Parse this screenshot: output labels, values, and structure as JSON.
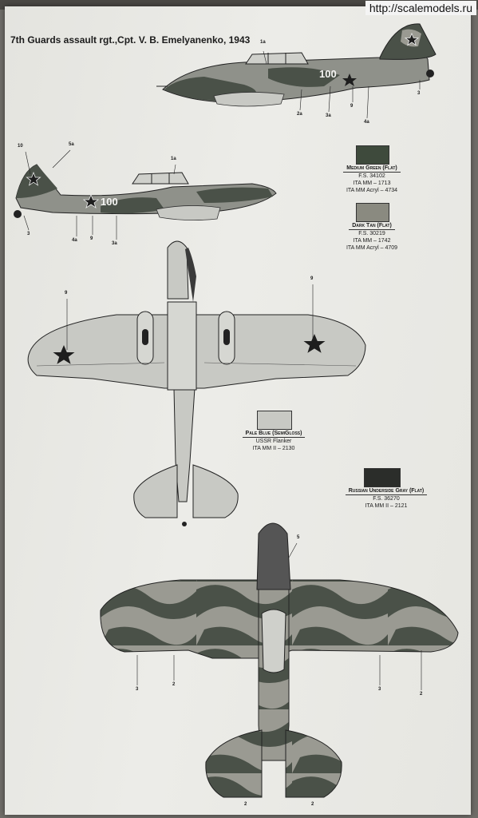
{
  "watermark": "http://scalemodels.ru",
  "title": "7th Guards assault rgt.,Cpt. V. B. Emelyanenko, 1943",
  "aircraft_code": "100",
  "colors": {
    "medium_green": "#3e4a3c",
    "dark_tan": "#8a8a80",
    "pale_blue": "#c8c9c4",
    "underside_gray": "#2b2d2a",
    "star": "#1e1e1e"
  },
  "paints": [
    {
      "name": "Medium Green (Flat)",
      "lines": [
        "F.S. 34102",
        "ITA MM – 1713",
        "ITA MM Acryl – 4734"
      ]
    },
    {
      "name": "Dark Tan (Flat)",
      "lines": [
        "F.S. 30219",
        "ITA MM – 1742",
        "ITA MM Acryl – 4709"
      ]
    },
    {
      "name": "Pale Blue (SemiGloss)",
      "lines": [
        "USSR Flanker",
        "ITA MM II – 2130"
      ]
    },
    {
      "name": "Russian Underside Gray (Flat)",
      "lines": [
        "F.S. 36270",
        "ITA MM II – 2121"
      ]
    }
  ],
  "callouts": {
    "right_profile": [
      "1a",
      "2a",
      "3a",
      "9",
      "4a",
      "3"
    ],
    "left_profile": [
      "10",
      "5a",
      "1a",
      "3",
      "4a",
      "9",
      "3a"
    ],
    "underside": [
      "9",
      "9"
    ],
    "topside": [
      "5",
      "3",
      "2",
      "2",
      "3",
      "2",
      "2"
    ]
  }
}
